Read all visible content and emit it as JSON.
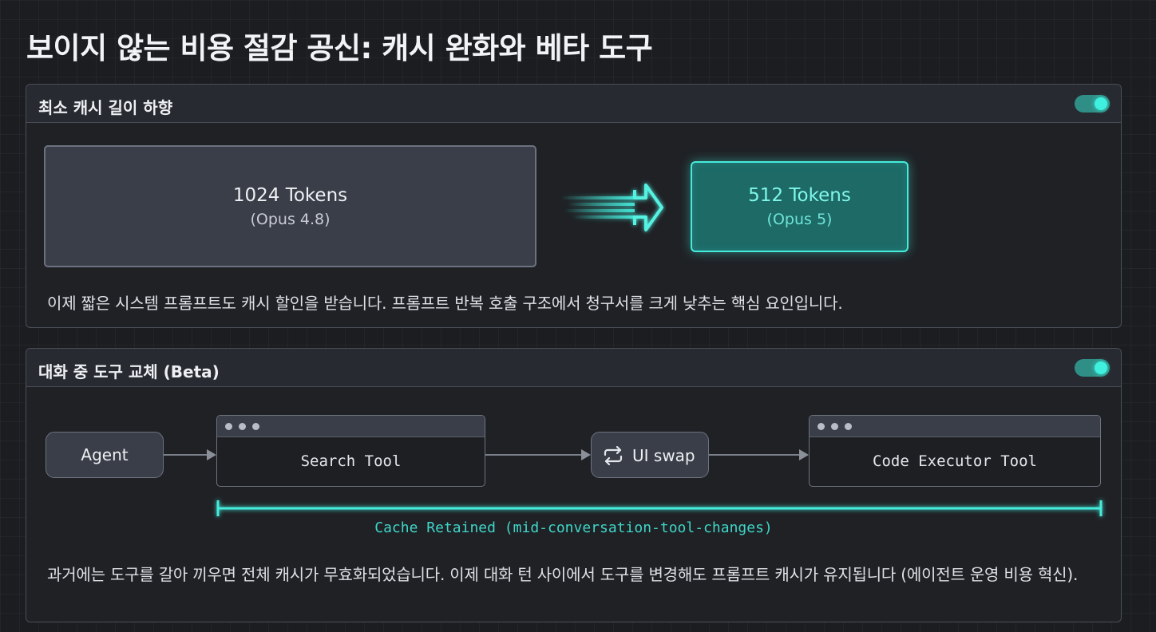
{
  "page": {
    "title": "보이지 않는 비용 절감 공신: 캐시 완화와 베타 도구"
  },
  "colors": {
    "accent": "#45ecdc",
    "background": "#1b1d21",
    "panel": "#1f2125",
    "toggle_on": "#2f8f87"
  },
  "cache_length_panel": {
    "title": "최소 캐시 길이 하향",
    "toggle_on": true,
    "old": {
      "tokens": "1024 Tokens",
      "model": "(Opus 4.8)"
    },
    "arrow_icon": "right-arrow-icon",
    "new": {
      "tokens": "512 Tokens",
      "model": "(Opus 5)"
    },
    "description": "이제 짧은 시스템 프롬프트도 캐시 할인을 받습니다. 프롬프트 반복 호출 구조에서 청구서를 크게 낮추는 핵심 요인입니다."
  },
  "tool_swap_panel": {
    "title": "대화 중 도구 교체 (Beta)",
    "toggle_on": true,
    "agent_label": "Agent",
    "search_tool_label": "Search Tool",
    "swap_icon": "swap-icon",
    "swap_label": "UI swap",
    "executor_tool_label": "Code Executor Tool",
    "cache_label": "Cache Retained (mid-conversation-tool-changes)",
    "description": "과거에는 도구를 갈아 끼우면 전체 캐시가 무효화되었습니다. 이제 대화 턴 사이에서 도구를 변경해도 프롬프트 캐시가 유지됩니다 (에이전트 운영 비용 혁신)."
  }
}
